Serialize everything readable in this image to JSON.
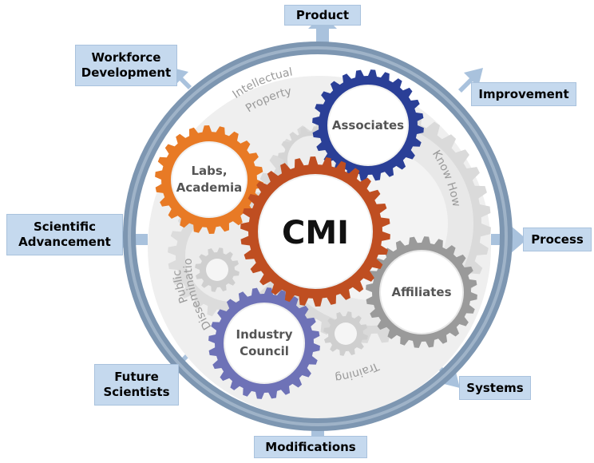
{
  "center": {
    "label": "CMI"
  },
  "gears": {
    "associates": {
      "label": "Associates",
      "color": "#2a3f97"
    },
    "labs": {
      "line1": "Labs,",
      "line2": "Academia",
      "color": "#e87a25"
    },
    "affiliates": {
      "label": "Affiliates",
      "color": "#9a9a9a"
    },
    "industry": {
      "line1": "Industry",
      "line2": "Council",
      "color": "#6e72b7"
    },
    "cmi": {
      "color": "#bf4e21"
    }
  },
  "arc_labels": {
    "ip_line1": "Intellectual",
    "ip_line2": "Property",
    "know_how": "Know How",
    "public": "Public",
    "dissemination": "Dissemination",
    "training": "Training"
  },
  "outputs": {
    "product": "Product",
    "improvement": "Improvement",
    "process": "Process",
    "systems": "Systems",
    "modifications": "Modifications",
    "future_scientists": "Future\nScientists",
    "scientific_advancement": "Scientific\nAdvancement",
    "workforce_development": "Workforce\nDevelopment"
  },
  "colors": {
    "ring": "#7d96b1",
    "box_fill": "#c5d9ee",
    "arrow": "#a9c2dd",
    "cogs_bg": "#d9d9d9"
  }
}
